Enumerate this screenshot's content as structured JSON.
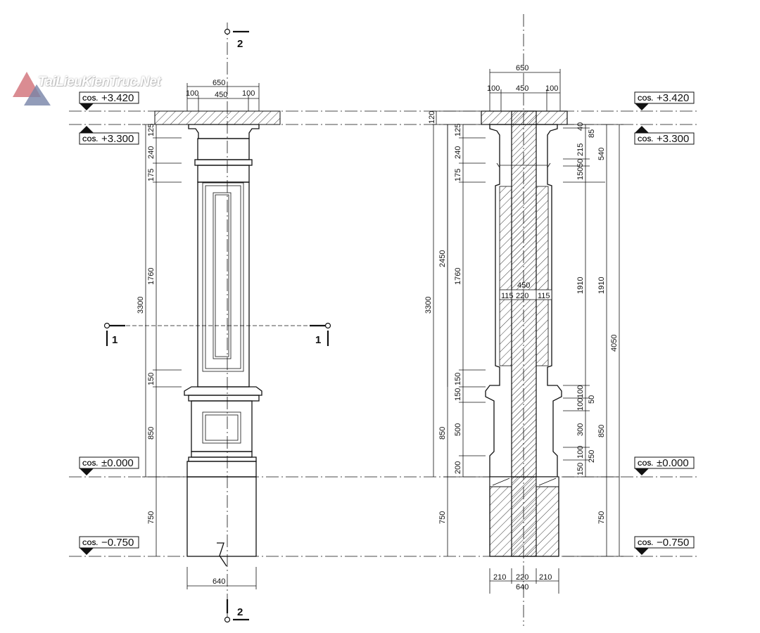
{
  "watermark": {
    "text": "TaiLieuKienTruc.Net"
  },
  "levels": [
    {
      "prefix": "COS.",
      "value": "+3.420"
    },
    {
      "prefix": "COS.",
      "value": "+3.300"
    },
    {
      "prefix": "COS.",
      "value": "±0.000"
    },
    {
      "prefix": "COS.",
      "value": "−0.750"
    }
  ],
  "section_marks": {
    "vertical": "2",
    "horizontal": "1"
  },
  "elevation": {
    "top_dims": [
      "650",
      "100",
      "450",
      "100"
    ],
    "bottom_dim": "640",
    "left_dims": [
      "125",
      "240",
      "175",
      "1760",
      "150",
      "850",
      "750"
    ],
    "overall_dim": "3300"
  },
  "section": {
    "top_dims": [
      "650",
      "100",
      "450",
      "100"
    ],
    "bottom_dims": [
      "210",
      "220",
      "210",
      "640"
    ],
    "left_dims": [
      "120",
      "125",
      "240",
      "175",
      "1760",
      "150",
      "150",
      "500",
      "200",
      "850",
      "750"
    ],
    "left_outer_dims": [
      "2450",
      "3300"
    ],
    "inner_dims": [
      "450",
      "115",
      "220",
      "115"
    ],
    "right_dims_a": [
      "40",
      "215",
      "50",
      "150",
      "1910",
      "100",
      "100",
      "300",
      "100",
      "150",
      "750"
    ],
    "right_dims_b": [
      "85",
      "540",
      "1910",
      "50",
      "850",
      "250"
    ],
    "right_outer_dim": "4050"
  }
}
